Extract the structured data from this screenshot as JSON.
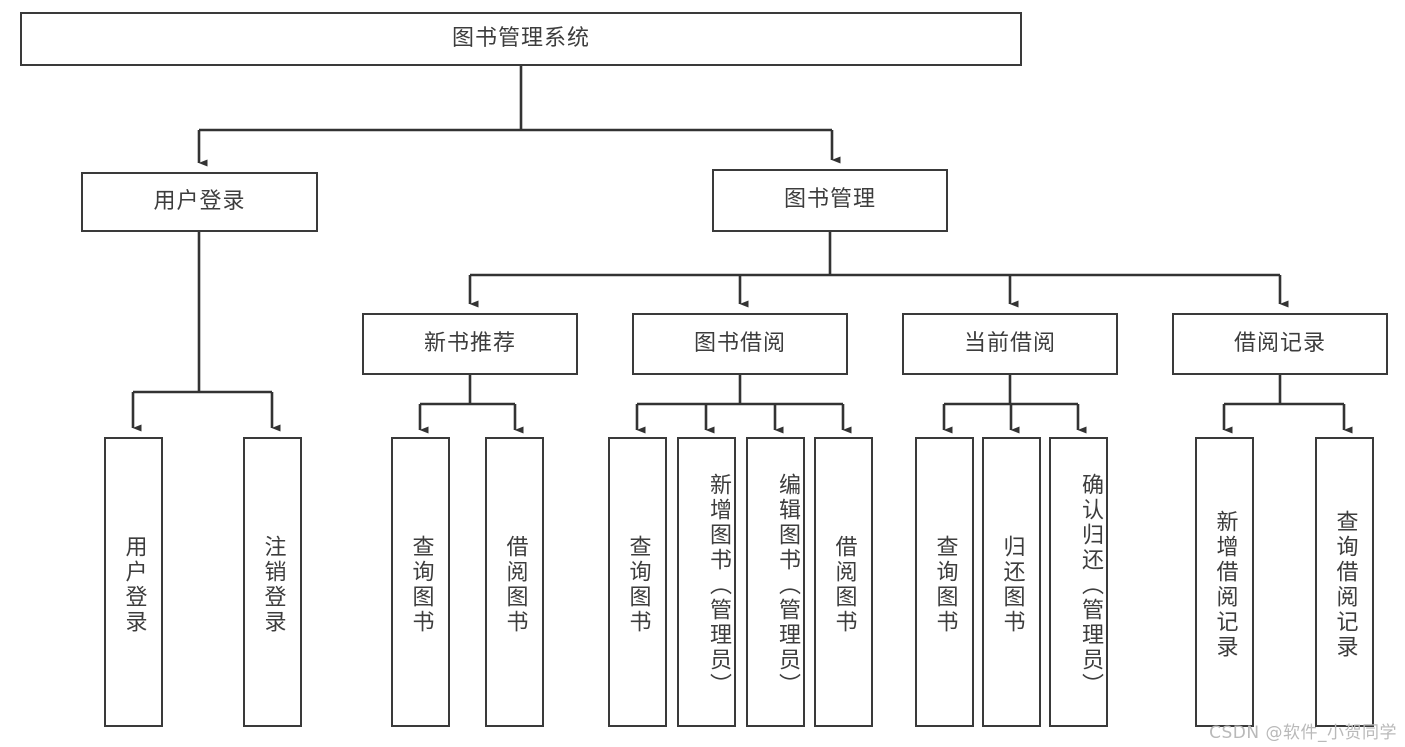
{
  "diagram": {
    "title": "图书管理系统",
    "type": "tree-hierarchy-diagram",
    "watermark": "CSDN @软件_小贺同学",
    "colors": {
      "background": "#ffffff",
      "box_border": "#3a3a3a",
      "box_fill": "#ffffff",
      "text": "#3d3d3d",
      "connector": "#333333",
      "watermark": "#b9b9b9"
    },
    "root": {
      "label": "图书管理系统"
    },
    "level2": [
      {
        "label": "用户登录"
      },
      {
        "label": "图书管理"
      }
    ],
    "level3": [
      {
        "label": "新书推荐"
      },
      {
        "label": "图书借阅"
      },
      {
        "label": "当前借阅"
      },
      {
        "label": "借阅记录"
      }
    ],
    "leaves": {
      "user_login": [
        {
          "label": "用户登录"
        },
        {
          "label": "注销登录"
        }
      ],
      "new_book_recommend": [
        {
          "label": "查询图书"
        },
        {
          "label": "借阅图书"
        }
      ],
      "book_borrow": [
        {
          "label": "查询图书"
        },
        {
          "label": "新增图书（管理员）"
        },
        {
          "label": "编辑图书（管理员）"
        },
        {
          "label": "借阅图书"
        }
      ],
      "current_borrow": [
        {
          "label": "查询图书"
        },
        {
          "label": "归还图书"
        },
        {
          "label": "确认归还（管理员）"
        }
      ],
      "borrow_records": [
        {
          "label": "新增借阅记录"
        },
        {
          "label": "查询借阅记录"
        }
      ]
    }
  }
}
